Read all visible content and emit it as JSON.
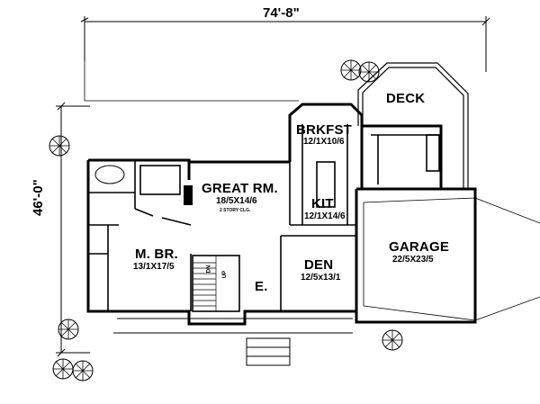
{
  "plan": {
    "overall_width": "74'-8\"",
    "overall_depth": "46'-0\"",
    "rooms": {
      "deck": {
        "name": "DECK"
      },
      "brkfst": {
        "name": "BRKFST",
        "size": "12/1X10/6"
      },
      "great_rm": {
        "name": "GREAT RM.",
        "size": "18/5X14/6",
        "note": "2 STORY CLG."
      },
      "kit": {
        "name": "KIT",
        "size": "12/1X14/6"
      },
      "m_br": {
        "name": "M. BR.",
        "size": "13/1X17/5"
      },
      "den": {
        "name": "DEN",
        "size": "12/5x13/1"
      },
      "garage": {
        "name": "GARAGE",
        "size": "22/5X23/5"
      },
      "entry": {
        "name": "E."
      }
    },
    "stair_labels": {
      "up": "UP",
      "dn": "DN"
    }
  }
}
